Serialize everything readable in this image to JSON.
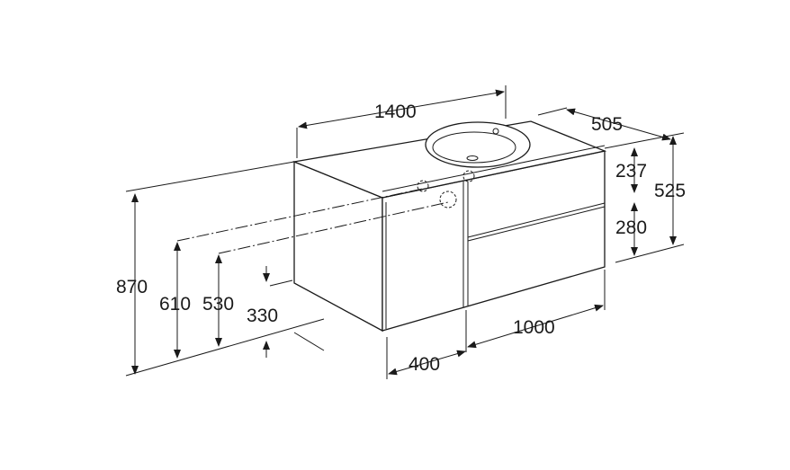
{
  "dimensions": {
    "width_total": "1400",
    "depth": "505",
    "drawer_top_height": "237",
    "drawer_bottom_height": "280",
    "cabinet_height": "525",
    "total_height": "870",
    "pipe_height_1": "610",
    "pipe_height_2": "530",
    "drain_height": "330",
    "drawer_width": "1000",
    "door_width": "400"
  }
}
